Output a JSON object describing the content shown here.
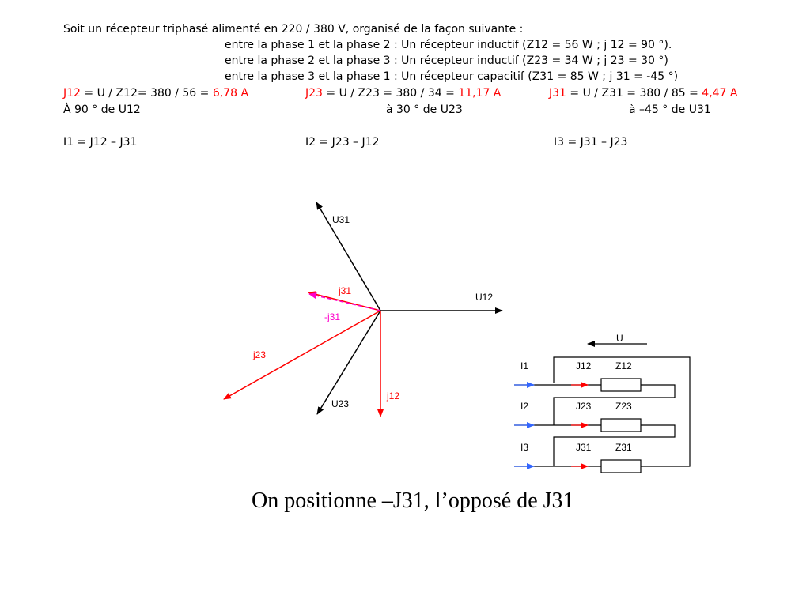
{
  "text": {
    "line1": "Soit un récepteur triphasé alimenté en 220 / 380 V, organisé de la façon suivante :",
    "line2": "entre la phase 1 et la phase 2 : Un récepteur inductif (Z12 = 56 W ; j 12 = 90 °).",
    "line3": "entre la phase 2 et la phase 3 : Un récepteur inductif (Z23 = 34 W ; j 23 = 30 °)",
    "line4": "entre la phase 3 et la phase 1 : Un récepteur capacitif (Z31 = 85 W ; j 31 = -45 °)",
    "calc_j12_label": "J12",
    "calc_j12_expr": " = U / Z12= 380 / 56 = ",
    "calc_j12_val": "6,78 A",
    "calc_j23_label": "J23",
    "calc_j23_expr": " = U / Z23 = 380 / 34 = ",
    "calc_j23_val": "11,17 A",
    "calc_j31_label": "J31",
    "calc_j31_expr": " = U / Z31 = 380 / 85 = ",
    "calc_j31_val": "4,47 A",
    "angle1": "À 90 ° de U12",
    "angle2": "à 30 ° de U23",
    "angle3": "à –45 ° de U31",
    "i1": "I1 = J12 – J31",
    "i2": "I2 = J23 – J12",
    "i3": "I3 = J31 – J23",
    "caption": "On positionne –J31, l’opposé de J31"
  },
  "phasor": {
    "u31": "U31",
    "u12": "U12",
    "u23": "U23",
    "j31": "j31",
    "neg_j31": "-j31",
    "j23": "j23",
    "j12": "j12"
  },
  "circuit": {
    "u": "U",
    "rows": [
      {
        "current": "I1",
        "branch": "J12",
        "impedance": "Z12"
      },
      {
        "current": "I2",
        "branch": "J23",
        "impedance": "Z23"
      },
      {
        "current": "I3",
        "branch": "J31",
        "impedance": "Z31"
      }
    ]
  },
  "colors": {
    "red": "#ff0000",
    "magenta": "#ff00cc",
    "blue": "#3366ff",
    "black": "#000000"
  }
}
